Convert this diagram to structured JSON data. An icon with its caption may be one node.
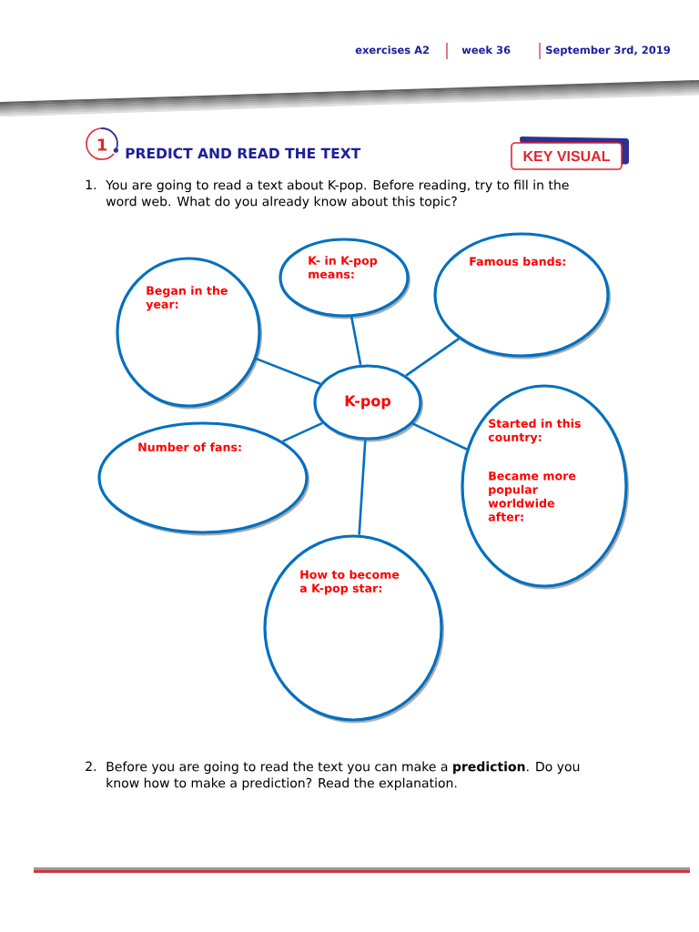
{
  "diagram": {
    "title": "PREDICT AND READ THE TEXT",
    "nodes": [
      {
        "text": [
          "K-pop"
        ]
      },
      {
        "text": [
          "Began in the year:"
        ]
      },
      {
        "text": [
          "K- in K-pop means:"
        ]
      },
      {
        "text": [
          "Famous bands:"
        ]
      },
      {
        "text": [
          "Number of fans:"
        ]
      },
      {
        "text": [
          "Started in this country:",
          "Became more popular worldwide after:"
        ]
      },
      {
        "text": [
          "How to become a K-pop star:"
        ]
      }
    ],
    "edges": [
      {
        "from": 0,
        "to": 1,
        "arrow": "none"
      },
      {
        "from": 0,
        "to": 2,
        "arrow": "none"
      },
      {
        "from": 0,
        "to": 3,
        "arrow": "none"
      },
      {
        "from": 0,
        "to": 4,
        "arrow": "none"
      },
      {
        "from": 0,
        "to": 5,
        "arrow": "none"
      },
      {
        "from": 0,
        "to": 6,
        "arrow": "none"
      }
    ],
    "labels": [
      "exercises A2",
      "week 36",
      "September 3rd, 2019",
      "1",
      "KEY VISUAL",
      "1.",
      "You are going to read a text about K-pop. Before reading, try to fill in the word web. What do you already know about this topic?",
      "2.",
      "Before you are going to read the text you can make a **prediction**. Do you know how to make a prediction? Read the explanation."
    ]
  }
}
